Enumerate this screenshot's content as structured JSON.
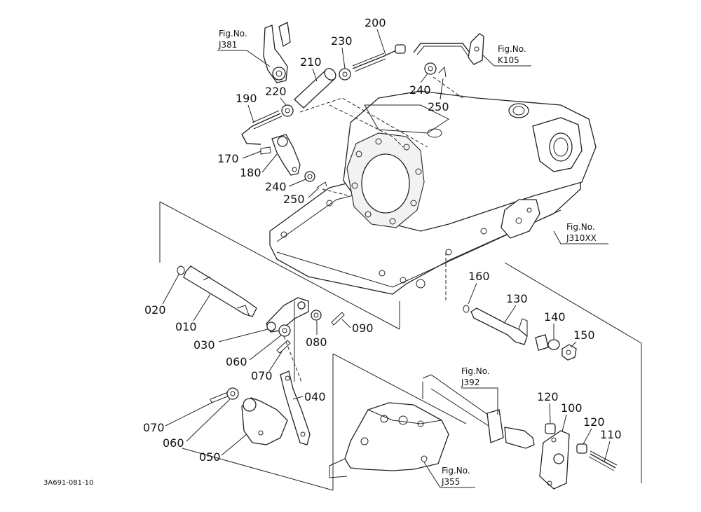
{
  "drawing_code": "3A691-081-10",
  "figure_refs": [
    {
      "id": "j381",
      "line1": "Fig.No.",
      "line2": "J381"
    },
    {
      "id": "k105",
      "line1": "Fig.No.",
      "line2": "K105"
    },
    {
      "id": "j310xx",
      "line1": "Fig.No.",
      "line2": "J310XX"
    },
    {
      "id": "j392",
      "line1": "Fig.No.",
      "line2": "J392"
    },
    {
      "id": "j355",
      "line1": "Fig.No.",
      "line2": "J355"
    }
  ],
  "parts": [
    {
      "id": "p200",
      "label": "200"
    },
    {
      "id": "p230",
      "label": "230"
    },
    {
      "id": "p210",
      "label": "210"
    },
    {
      "id": "p220",
      "label": "220"
    },
    {
      "id": "p190",
      "label": "190"
    },
    {
      "id": "p240a",
      "label": "240"
    },
    {
      "id": "p250a",
      "label": "250"
    },
    {
      "id": "p170",
      "label": "170"
    },
    {
      "id": "p180",
      "label": "180"
    },
    {
      "id": "p240b",
      "label": "240"
    },
    {
      "id": "p250b",
      "label": "250"
    },
    {
      "id": "p020",
      "label": "020"
    },
    {
      "id": "p010",
      "label": "010"
    },
    {
      "id": "p030",
      "label": "030"
    },
    {
      "id": "p080",
      "label": "080"
    },
    {
      "id": "p090",
      "label": "090"
    },
    {
      "id": "p060a",
      "label": "060"
    },
    {
      "id": "p070a",
      "label": "070"
    },
    {
      "id": "p040",
      "label": "040"
    },
    {
      "id": "p070b",
      "label": "070"
    },
    {
      "id": "p060b",
      "label": "060"
    },
    {
      "id": "p050",
      "label": "050"
    },
    {
      "id": "p160",
      "label": "160"
    },
    {
      "id": "p130",
      "label": "130"
    },
    {
      "id": "p140",
      "label": "140"
    },
    {
      "id": "p150",
      "label": "150"
    },
    {
      "id": "p120a",
      "label": "120"
    },
    {
      "id": "p100",
      "label": "100"
    },
    {
      "id": "p120b",
      "label": "120"
    },
    {
      "id": "p110",
      "label": "110"
    }
  ]
}
